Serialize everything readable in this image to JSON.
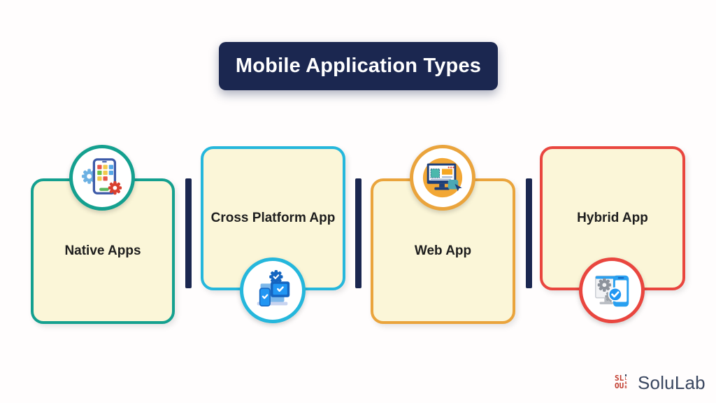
{
  "title": {
    "text": "Mobile Application Types",
    "bg_color": "#1b2750",
    "text_color": "#ffffff"
  },
  "cards": [
    {
      "label": "Native Apps",
      "accent_color": "#14a08f",
      "fill_color": "#fbf6d8",
      "icon": "native-apps-icon",
      "icon_position": "top"
    },
    {
      "label": "Cross Platform App",
      "accent_color": "#25b7dc",
      "fill_color": "#fbf6d8",
      "icon": "cross-platform-icon",
      "icon_position": "bottom"
    },
    {
      "label": "Web App",
      "accent_color": "#eaa43c",
      "fill_color": "#fbf6d8",
      "icon": "web-app-icon",
      "icon_position": "top"
    },
    {
      "label": "Hybrid App",
      "accent_color": "#e9463f",
      "fill_color": "#fbf6d8",
      "icon": "hybrid-app-icon",
      "icon_position": "bottom"
    }
  ],
  "divider_color": "#1b2750",
  "logo": {
    "text": "SoluLab",
    "text_color": "#3a4760",
    "mark_color": "#c0392b"
  }
}
